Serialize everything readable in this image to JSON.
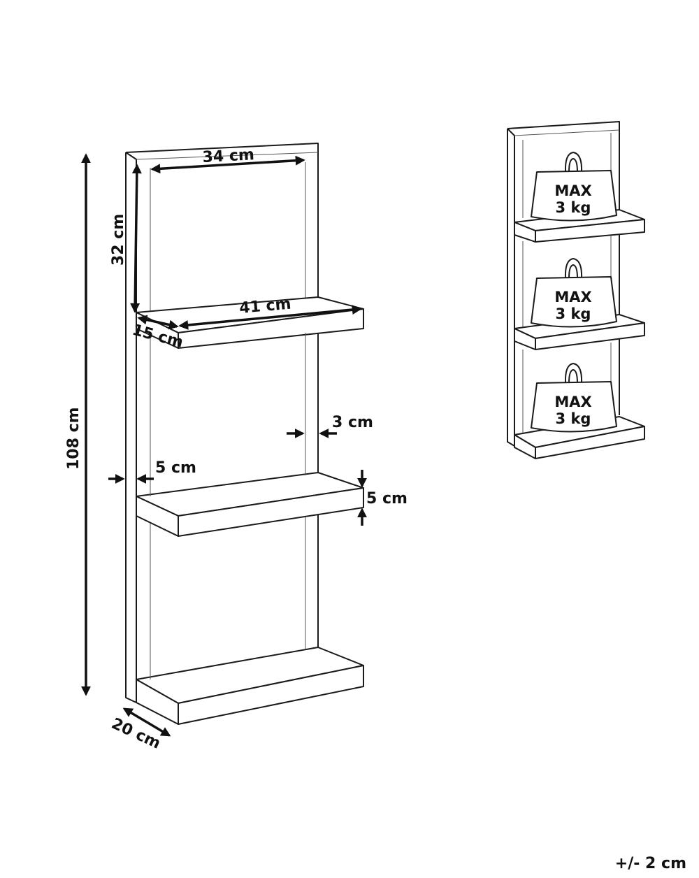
{
  "dimensions": {
    "total_height": "108 cm",
    "top_section_height": "32 cm",
    "top_inner_width": "34 cm",
    "shelf_width": "41 cm",
    "shelf_depth": "15 cm",
    "base_depth": "20 cm",
    "side_thickness": "3 cm",
    "frame_offset": "5 cm",
    "shelf_thickness": "5 cm"
  },
  "load": {
    "shelves": [
      {
        "line1": "MAX",
        "line2": "3 kg"
      },
      {
        "line1": "MAX",
        "line2": "3 kg"
      },
      {
        "line1": "MAX",
        "line2": "3 kg"
      }
    ]
  },
  "tolerance": "+/- 2 cm"
}
